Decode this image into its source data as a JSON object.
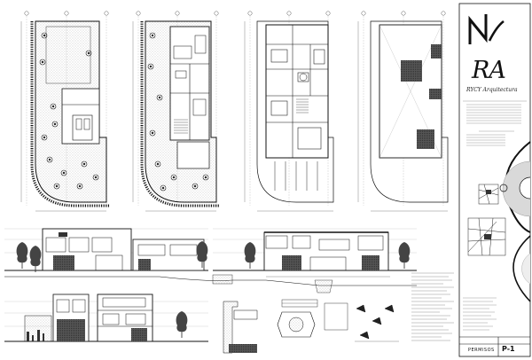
{
  "title_block": {
    "logo_initials": "RA",
    "firm_name": "RYCY Arquitectura",
    "sheet_title": "PERMISOS",
    "sheet_number": "P-1"
  }
}
